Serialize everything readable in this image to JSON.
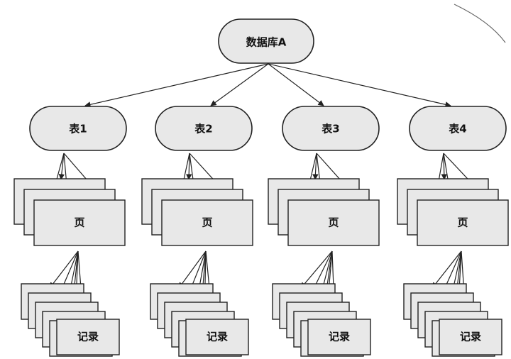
{
  "database": {
    "label": "数据库A"
  },
  "tables": [
    {
      "label": "表1",
      "page_label": "页",
      "record_label": "记录"
    },
    {
      "label": "表2",
      "page_label": "页",
      "record_label": "记录"
    },
    {
      "label": "表3",
      "page_label": "页",
      "record_label": "记录"
    },
    {
      "label": "表4",
      "page_label": "页",
      "record_label": "记录"
    }
  ],
  "colors": {
    "node_fill": "#e8e8e8",
    "stroke": "#222222",
    "background": "#ffffff"
  }
}
